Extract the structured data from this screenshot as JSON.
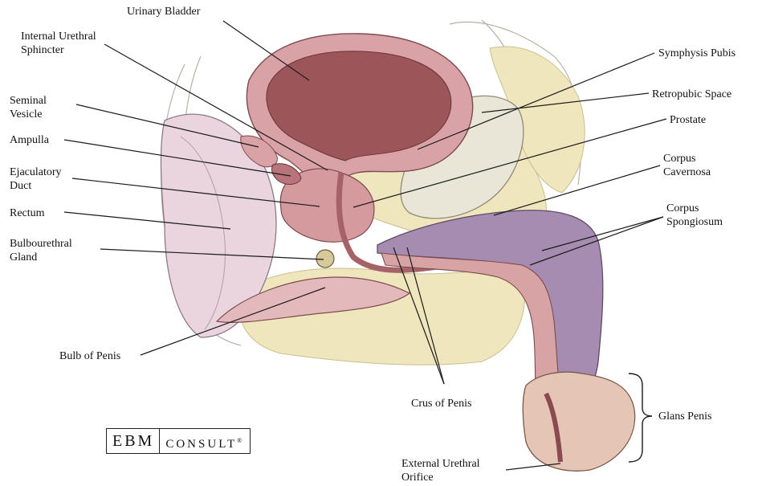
{
  "labels": {
    "urinary_bladder": "Urinary Bladder",
    "internal_urethral_sphincter": [
      "Internal Urethral",
      "Sphincter"
    ],
    "seminal_vesicle": [
      "Seminal",
      "Vesicle"
    ],
    "ampulla": "Ampulla",
    "ejaculatory_duct": [
      "Ejaculatory",
      "Duct"
    ],
    "rectum": "Rectum",
    "bulbourethral_gland": [
      "Bulbourethral",
      "Gland"
    ],
    "bulb_of_penis": "Bulb of Penis",
    "symphysis_pubis": "Symphysis Pubis",
    "retropubic_space": "Retropubic Space",
    "prostate": "Prostate",
    "corpus_cavernosa": [
      "Corpus",
      "Cavernosa"
    ],
    "corpus_spongiosum": [
      "Corpus",
      "Spongiosum"
    ],
    "glans_penis": "Glans Penis",
    "crus_of_penis": "Crus of Penis",
    "external_urethral_orifice": [
      "External Urethral",
      "Orifice"
    ]
  },
  "logo": {
    "part1": "EBM",
    "part2": "CONSULT",
    "mark": "®"
  },
  "colors": {
    "bladder": "#d9a2a6",
    "bladder_inner": "#9c5558",
    "fat": "#efe6bd",
    "bone": "#e8e4d6",
    "cavernosa": "#a58cb0",
    "spongiosum": "#d8a3a5",
    "rectum": "#e8d3dc",
    "line": "#1a1a1a"
  }
}
